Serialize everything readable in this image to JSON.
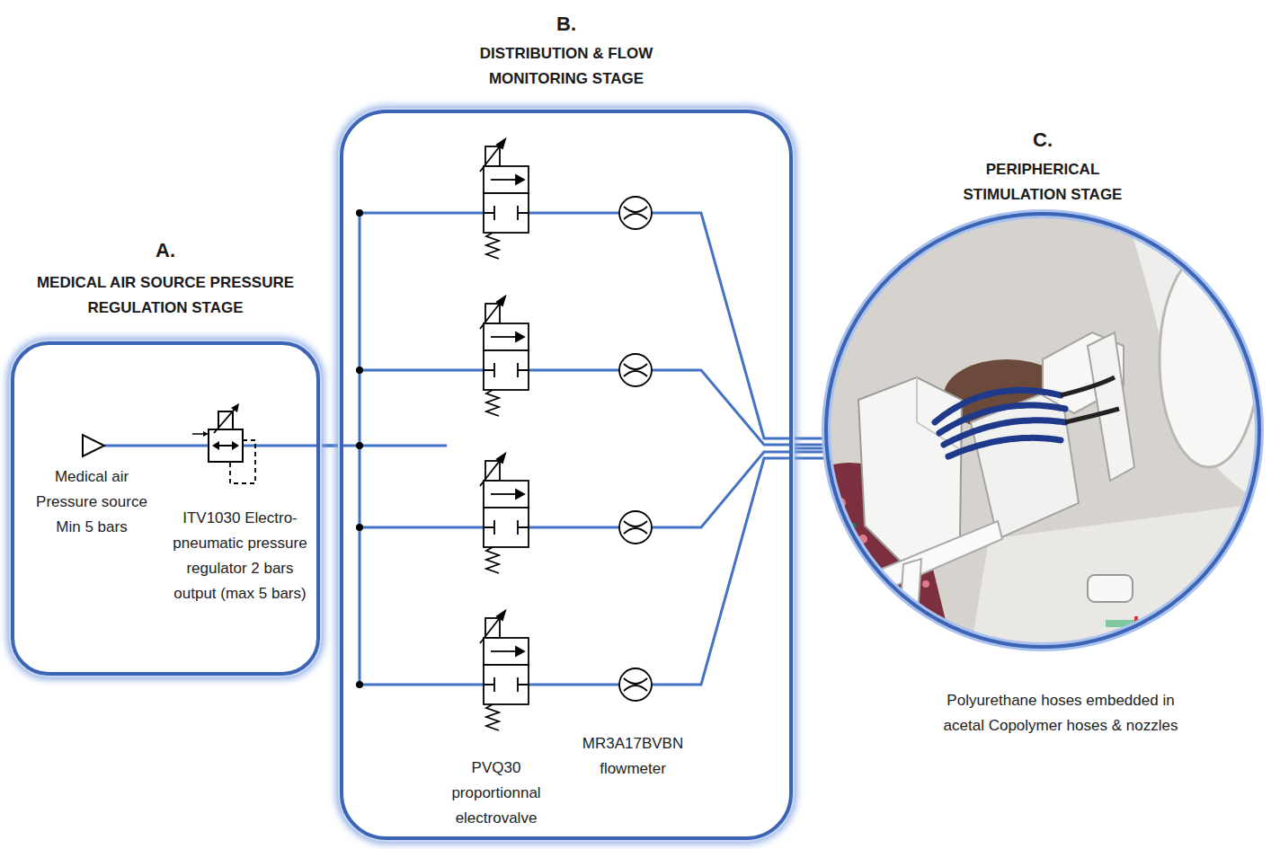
{
  "diagram": {
    "nodes": [
      {
        "text": [
          "A.",
          "MEDICAL AIR SOURCE PRESSURE REGULATION STAGE"
        ]
      },
      {
        "text": [
          "B.",
          "DISTRIBUTION & FLOW MONITORING STAGE"
        ]
      },
      {
        "text": [
          "C.",
          "PERIPHERICAL STIMULATION STAGE"
        ]
      }
    ],
    "edges": [
      {
        "from": 0,
        "to": 1,
        "arrow": "none"
      },
      {
        "from": 1,
        "to": 2,
        "arrow": "none"
      }
    ],
    "labels": [
      "Medical air Pressure source Min 5 bars",
      "ITV1030 Electro-pneumatic pressure regulator 2 bars output (max 5 bars)",
      "PVQ30 proportionnal electrovalve",
      "MR3A17BVBN flowmeter",
      "Polyurethane hoses embedded in acetal Copolymer hoses & nozzles"
    ]
  }
}
